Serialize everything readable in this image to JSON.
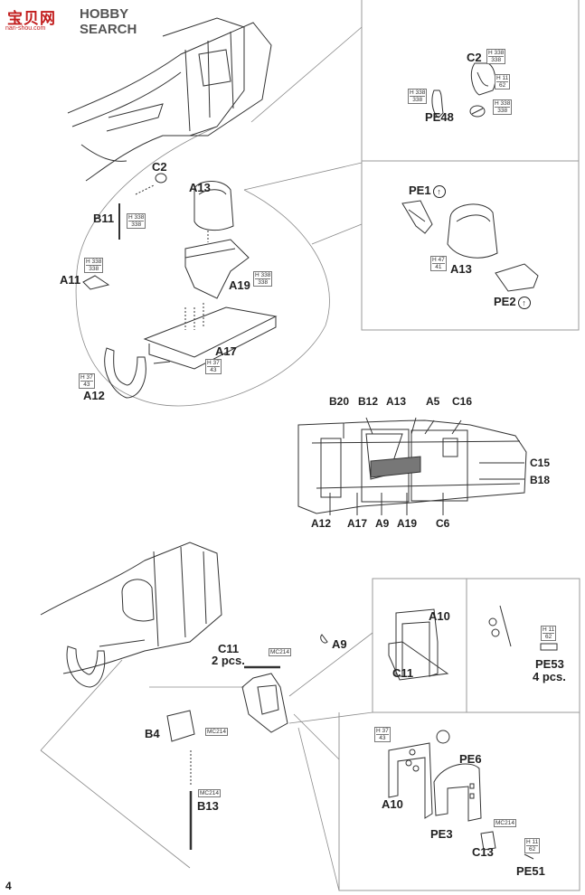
{
  "watermark": {
    "site_cn": "宝贝网",
    "site_en": "HOBBY SEARCH",
    "domain": "nan-shou.com"
  },
  "page_number": "4",
  "labels": {
    "a_c2": "C2",
    "a_b11": "B11",
    "a_a13": "A13",
    "a_a11": "A11",
    "a_a19": "A19",
    "a_a17": "A17",
    "a_a12": "A12",
    "p1_c2": "C2",
    "p1_pe48": "PE48",
    "p2_pe1": "PE1",
    "p2_a13": "A13",
    "p2_pe2": "PE2",
    "s_b20": "B20",
    "s_b12": "B12",
    "s_a13": "A13",
    "s_a5": "A5",
    "s_c16": "C16",
    "s_c15": "C15",
    "s_b18": "B18",
    "s_a12": "A12",
    "s_a17": "A17",
    "s_a9": "A9",
    "s_a19": "A19",
    "s_c6": "C6",
    "b_a9": "A9",
    "b_c11": "C11",
    "b_c11_qty": "2 pcs.",
    "b_b4": "B4",
    "b_b13": "B13",
    "p3_a10": "A10",
    "p3_c11": "C11",
    "p4_pe53": "PE53",
    "p4_pe53_qty": "4 pcs.",
    "p5_pe6": "PE6",
    "p5_a10": "A10",
    "p5_pe3": "PE3",
    "p5_c13": "C13",
    "p5_pe51": "PE51"
  },
  "circle_glyph": "↑",
  "color_codes": {
    "h338": {
      "top": "H 338",
      "bottom": "338"
    },
    "h11": {
      "top": "H 11",
      "bottom": "62"
    },
    "h47": {
      "top": "H 47",
      "bottom": "41"
    },
    "h37": {
      "top": "H 37",
      "bottom": "43"
    },
    "mc214": {
      "top": "MC214"
    }
  }
}
